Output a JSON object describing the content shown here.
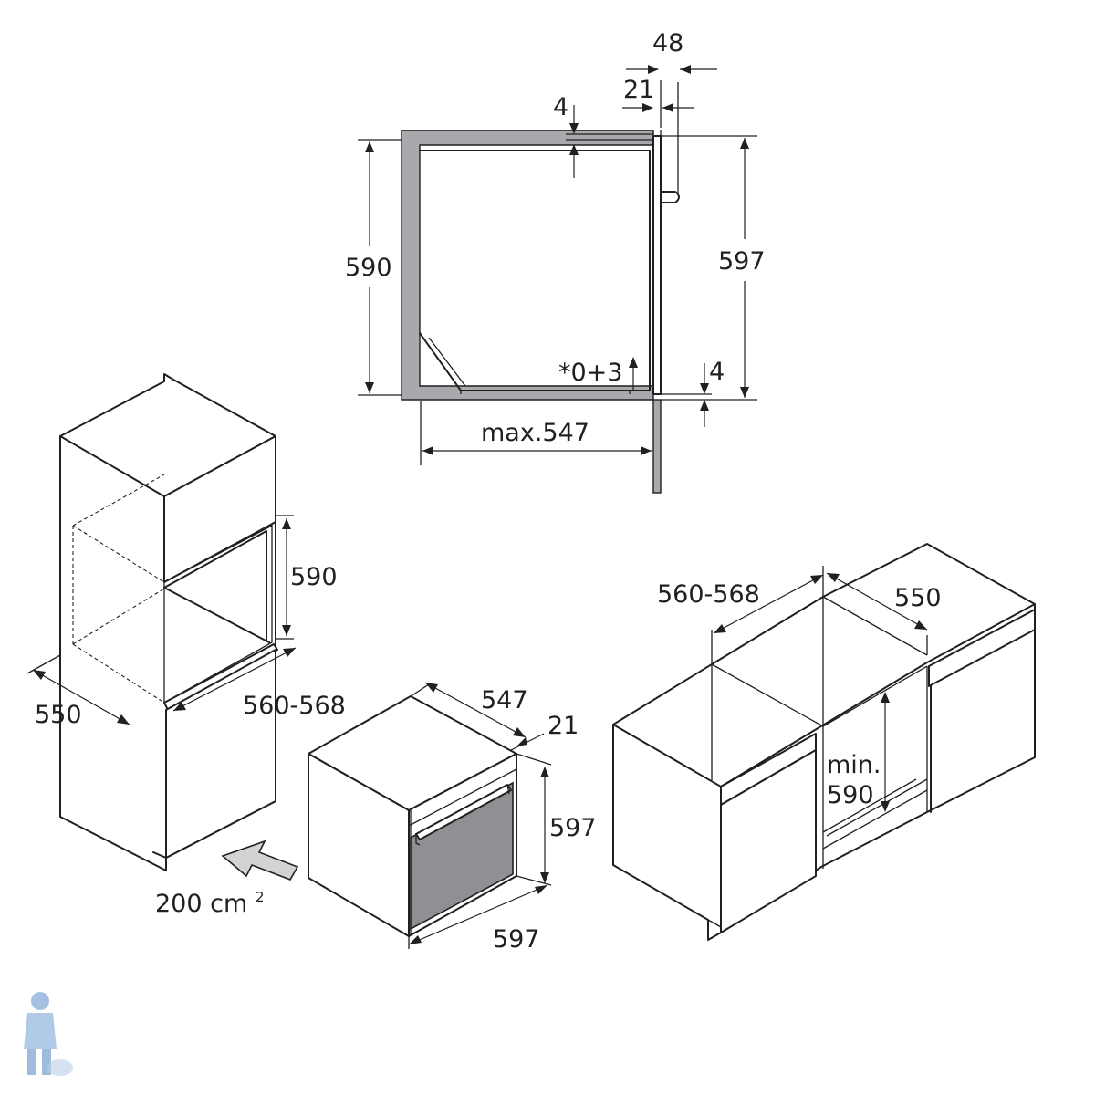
{
  "section_view": {
    "dims": {
      "d48": "48",
      "d21": "21",
      "d4_top": "4",
      "d590": "590",
      "d597": "597",
      "tolerance": "*0+3",
      "d4_bottom": "4",
      "max547": "max.547"
    }
  },
  "tall_cabinet": {
    "dims": {
      "d590": "590",
      "d550": "550",
      "d560_568": "560-568"
    },
    "airflow_label": "200 cm",
    "airflow_superscript": "2"
  },
  "oven": {
    "dims": {
      "d547": "547",
      "d21": "21",
      "d597_height": "597",
      "d597_width": "597"
    }
  },
  "base_cabinet": {
    "dims": {
      "d560_568": "560-568",
      "d550": "550",
      "min_label": "min.",
      "min_value": "590"
    }
  },
  "colors": {
    "line": "#231f20",
    "wall_fill": "#a7a9ac",
    "glass_fill": "#8e9093"
  },
  "icons": {
    "plumber_logo": "plumber-mascot-icon"
  }
}
